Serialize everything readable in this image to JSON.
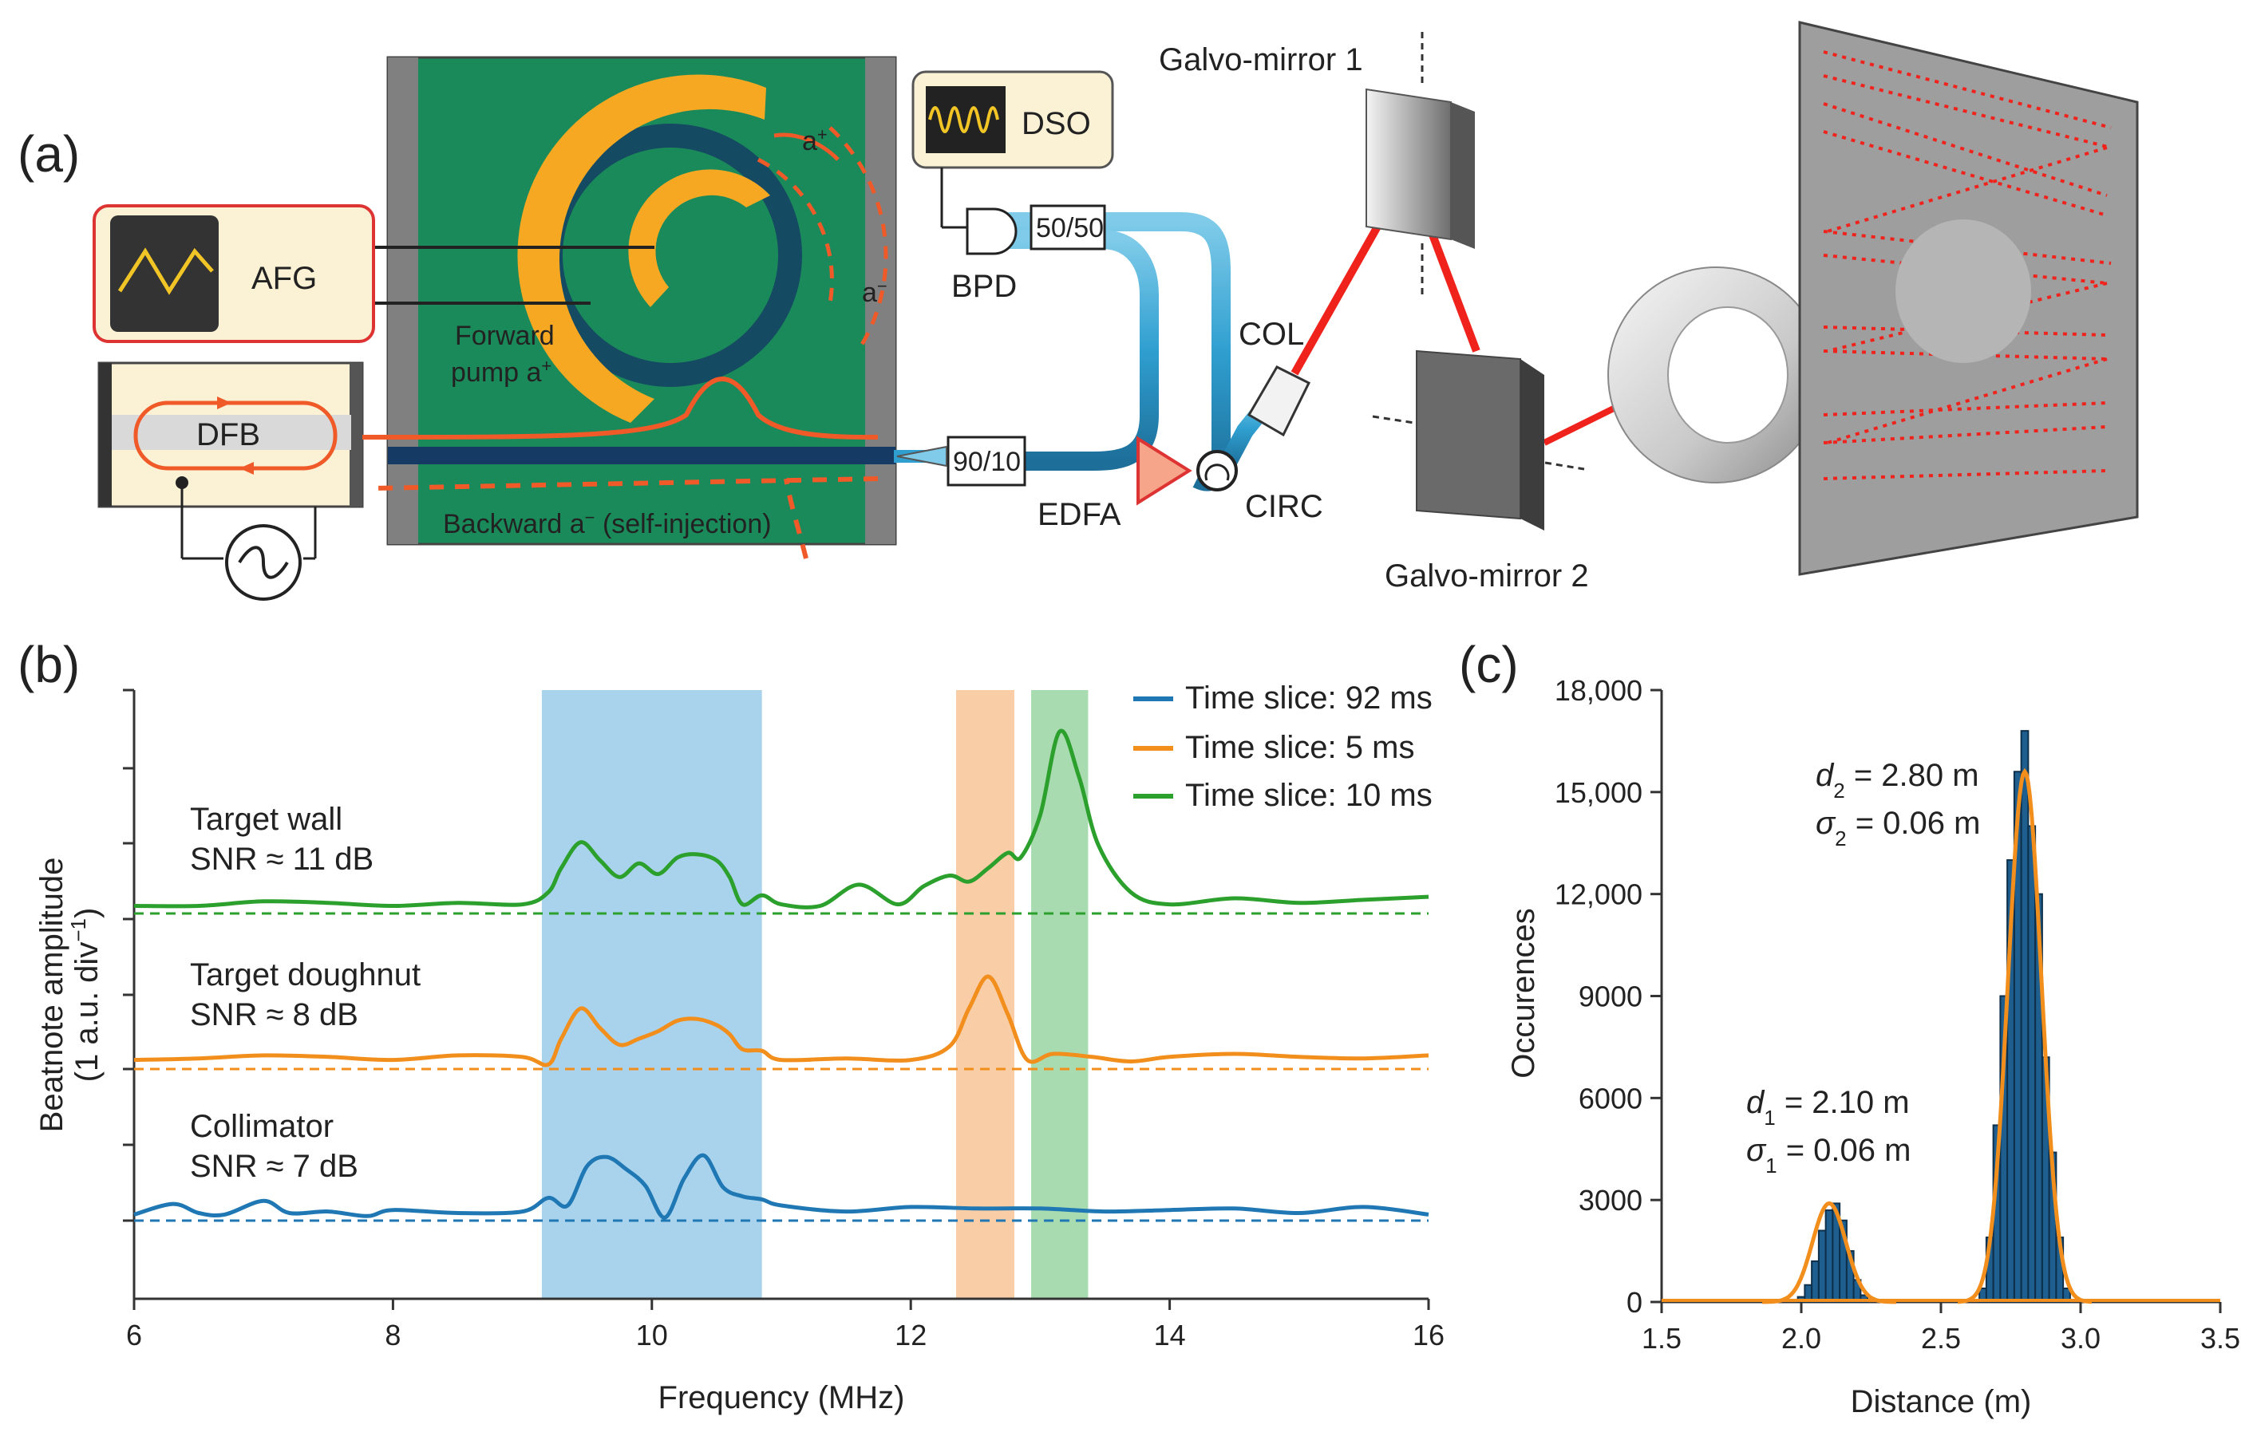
{
  "panels": {
    "a": "(a)",
    "b": "(b)",
    "c": "(c)"
  },
  "setup": {
    "afg": "AFG",
    "dfb": "DFB",
    "dso": "DSO",
    "bpd": "BPD",
    "splitter_5050": "50/50",
    "splitter_9010": "90/10",
    "edfa": "EDFA",
    "circ": "CIRC",
    "col": "COL",
    "galvo1": "Galvo-mirror 1",
    "galvo2": "Galvo-mirror 2",
    "forward_1": "Forward",
    "forward_2": "pump a",
    "sup_plus": "+",
    "sup_minus": "−",
    "a_plus": "a",
    "a_minus": "a",
    "backward_1": "Backward a",
    "backward_2": " (self-injection)"
  },
  "chart_data": [
    {
      "type": "line",
      "xlabel": "Frequency (MHz)",
      "ylabel_1": "Beatnote amplitude",
      "ylabel_2": "(1 a.u. div",
      "ylabel_sup": "−1",
      "ylabel_3": ")",
      "xlim": [
        6,
        16
      ],
      "xticks": [
        "6",
        "8",
        "10",
        "12",
        "14",
        "16"
      ],
      "shaded_bands": [
        {
          "from": 9.15,
          "to": 10.85,
          "color": "#a9d3ec"
        },
        {
          "from": 12.35,
          "to": 12.8,
          "color": "#f9cda6"
        },
        {
          "from": 12.93,
          "to": 13.37,
          "color": "#a8dcb0"
        }
      ],
      "legend_position": "top-right",
      "legend": [
        {
          "label": "Time slice: 92 ms",
          "color": "#1f78b4"
        },
        {
          "label": "Time slice: 5 ms",
          "color": "#f28e1c"
        },
        {
          "label": "Time slice: 10 ms",
          "color": "#2ca02c"
        }
      ],
      "series_labels": [
        {
          "line1": "Target wall",
          "line2": "SNR ≈ 11 dB"
        },
        {
          "line1": "Target doughnut",
          "line2": "SNR ≈ 8 dB"
        },
        {
          "line1": "Collimator",
          "line2": "SNR ≈ 7 dB"
        }
      ],
      "series": [
        {
          "color": "#2ca02c",
          "baseline": 0,
          "x": [
            6.0,
            6.5,
            7.0,
            7.5,
            8.0,
            8.5,
            9.0,
            9.2,
            9.3,
            9.45,
            9.6,
            9.75,
            9.9,
            10.05,
            10.2,
            10.35,
            10.5,
            10.6,
            10.7,
            10.85,
            11.0,
            11.3,
            11.6,
            11.9,
            12.1,
            12.3,
            12.45,
            12.6,
            12.75,
            12.85,
            13.0,
            13.15,
            13.3,
            13.45,
            13.7,
            14.0,
            14.5,
            15.0,
            15.5,
            16.0
          ],
          "y": [
            0.5,
            0.5,
            0.8,
            0.7,
            0.5,
            0.7,
            0.6,
            1.4,
            3.0,
            4.7,
            3.5,
            2.4,
            3.3,
            2.6,
            3.7,
            3.9,
            3.5,
            2.4,
            0.6,
            1.2,
            0.6,
            0.5,
            1.9,
            0.6,
            1.8,
            2.5,
            2.1,
            3.0,
            4.0,
            3.7,
            6.5,
            12.0,
            9.0,
            4.5,
            1.4,
            0.6,
            1.0,
            0.7,
            0.9,
            1.1
          ]
        },
        {
          "color": "#f28e1c",
          "baseline": 0,
          "x": [
            6.0,
            6.5,
            7.0,
            7.5,
            8.0,
            8.5,
            9.0,
            9.2,
            9.3,
            9.45,
            9.6,
            9.75,
            9.9,
            10.05,
            10.2,
            10.35,
            10.5,
            10.6,
            10.7,
            10.85,
            11.0,
            11.5,
            12.0,
            12.3,
            12.45,
            12.6,
            12.75,
            12.9,
            13.1,
            13.4,
            13.7,
            14.0,
            14.5,
            15.0,
            15.5,
            16.0
          ],
          "y": [
            0.6,
            0.7,
            0.9,
            0.8,
            0.6,
            0.9,
            0.8,
            0.3,
            2.0,
            4.0,
            2.7,
            1.6,
            2.0,
            2.5,
            3.2,
            3.3,
            2.9,
            2.3,
            1.3,
            1.2,
            0.6,
            0.7,
            0.6,
            1.5,
            4.0,
            6.1,
            3.6,
            0.6,
            1.0,
            0.8,
            0.5,
            0.8,
            1.0,
            0.8,
            0.7,
            0.9
          ]
        },
        {
          "color": "#1f78b4",
          "baseline": 0,
          "x": [
            6.0,
            6.3,
            6.5,
            6.7,
            7.0,
            7.2,
            7.5,
            7.8,
            8.0,
            8.5,
            9.0,
            9.2,
            9.35,
            9.5,
            9.65,
            9.8,
            9.95,
            10.1,
            10.25,
            10.4,
            10.55,
            10.7,
            10.85,
            11.0,
            11.5,
            12.0,
            12.5,
            13.0,
            13.5,
            14.0,
            14.5,
            15.0,
            15.5,
            16.0
          ],
          "y": [
            0.4,
            1.1,
            0.5,
            0.4,
            1.3,
            0.5,
            0.6,
            0.3,
            0.7,
            0.5,
            0.6,
            1.5,
            1.0,
            3.6,
            4.2,
            3.4,
            2.3,
            0.2,
            2.8,
            4.3,
            2.2,
            1.6,
            1.4,
            1.0,
            0.6,
            0.9,
            0.8,
            0.8,
            0.6,
            0.7,
            0.8,
            0.5,
            0.9,
            0.4
          ]
        }
      ]
    },
    {
      "type": "bar",
      "xlabel": "Distance (m)",
      "ylabel": "Occurences",
      "xlim": [
        1.5,
        3.5
      ],
      "ylim": [
        0,
        18000
      ],
      "xticks": [
        "1.5",
        "2.0",
        "2.5",
        "3.0",
        "3.5"
      ],
      "yticks": [
        "0",
        "3000",
        "6000",
        "9000",
        "12,000",
        "15,000",
        "18,000"
      ],
      "bin_width": 0.025,
      "bins_x": [
        2.0,
        2.025,
        2.05,
        2.075,
        2.1,
        2.125,
        2.15,
        2.175,
        2.2,
        2.225,
        2.65,
        2.675,
        2.7,
        2.725,
        2.75,
        2.775,
        2.8,
        2.825,
        2.85,
        2.875,
        2.9,
        2.925,
        2.95
      ],
      "bins_y": [
        150,
        500,
        1200,
        2100,
        2700,
        2900,
        2400,
        1500,
        650,
        200,
        400,
        1900,
        5200,
        9000,
        13000,
        15600,
        16800,
        14000,
        12000,
        7200,
        4400,
        1900,
        400
      ],
      "fits": [
        {
          "mu": 2.1,
          "sigma": 0.06,
          "peak": 2900,
          "color": "#f28e1c"
        },
        {
          "mu": 2.8,
          "sigma": 0.06,
          "peak": 15600,
          "color": "#f28e1c"
        }
      ],
      "annotations": [
        {
          "sym": "d",
          "sub": "2",
          "rest": " = 2.80 m"
        },
        {
          "sym": "σ",
          "sub": "2",
          "rest": " = 0.06 m"
        },
        {
          "sym": "d",
          "sub": "1",
          "rest": " = 2.10 m"
        },
        {
          "sym": "σ",
          "sub": "1",
          "rest": " = 0.06 m"
        }
      ]
    }
  ]
}
